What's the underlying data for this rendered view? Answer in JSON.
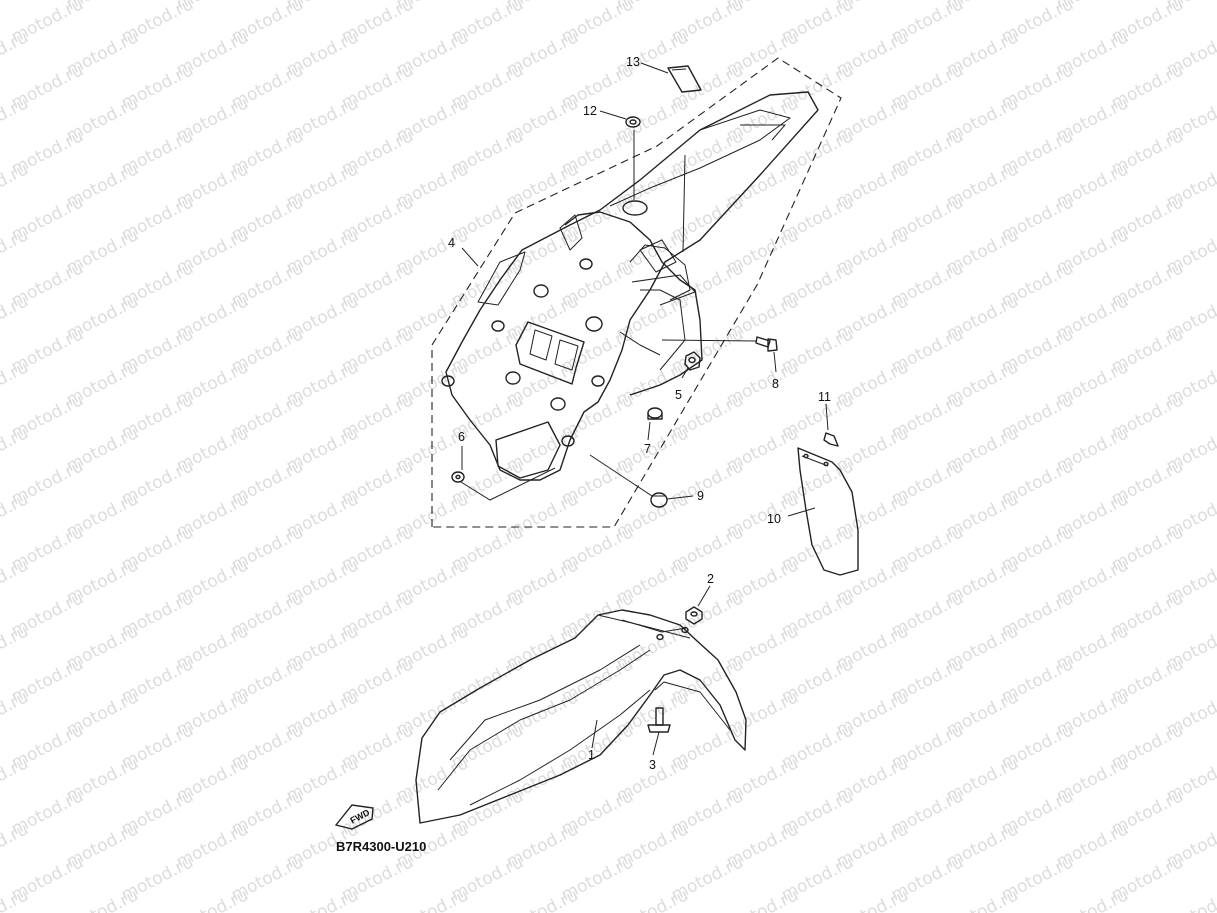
{
  "watermark": "motod.ru",
  "diagram_code": "B7R4300-U210",
  "fwd_label": "FWD",
  "callouts": [
    {
      "id": "1",
      "label": "1"
    },
    {
      "id": "2",
      "label": "2"
    },
    {
      "id": "3",
      "label": "3"
    },
    {
      "id": "4",
      "label": "4"
    },
    {
      "id": "5",
      "label": "5"
    },
    {
      "id": "6",
      "label": "6"
    },
    {
      "id": "7",
      "label": "7"
    },
    {
      "id": "8",
      "label": "8"
    },
    {
      "id": "9",
      "label": "9"
    },
    {
      "id": "10",
      "label": "10"
    },
    {
      "id": "11",
      "label": "11"
    },
    {
      "id": "12",
      "label": "12"
    },
    {
      "id": "13",
      "label": "13"
    }
  ],
  "colors": {
    "line": "#222222",
    "watermark": "#dcdcdc",
    "background": "#ffffff"
  }
}
